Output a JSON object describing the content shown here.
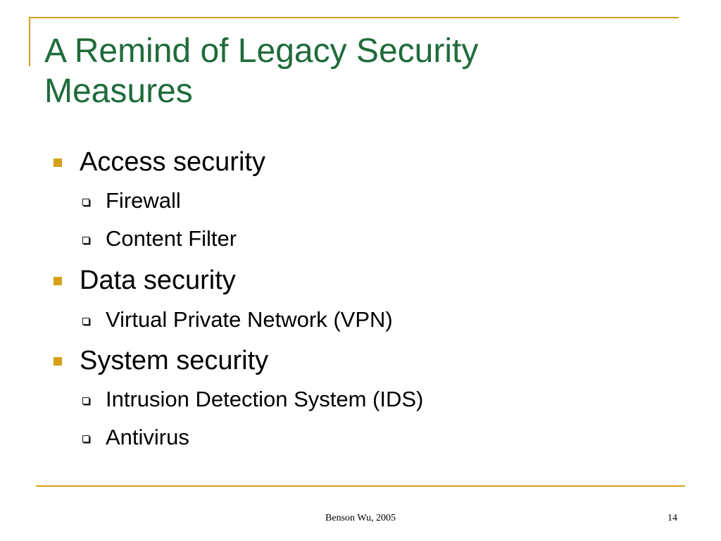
{
  "slide": {
    "title_lines": [
      "A Remind of Legacy Security",
      "Measures"
    ],
    "bullets": [
      {
        "text": "Access security",
        "marker_icon": "filled-square-bullet-icon",
        "subitems": [
          "Firewall",
          "Content Filter"
        ]
      },
      {
        "text": "Data security",
        "marker_icon": "filled-square-bullet-icon",
        "subitems": [
          "Virtual Private Network (VPN)"
        ]
      },
      {
        "text": "System security",
        "marker_icon": "filled-square-bullet-icon",
        "subitems": [
          "Intrusion Detection System (IDS)",
          "Antivirus"
        ]
      }
    ],
    "sub_marker_icon": "hollow-square-bullet-icon",
    "footer": {
      "author": "Benson Wu, 2005",
      "page_number": "14"
    },
    "colors": {
      "title": "#1F6B3A",
      "accent": "#D4A017",
      "text": "#000000",
      "background": "#FFFFFF"
    }
  }
}
